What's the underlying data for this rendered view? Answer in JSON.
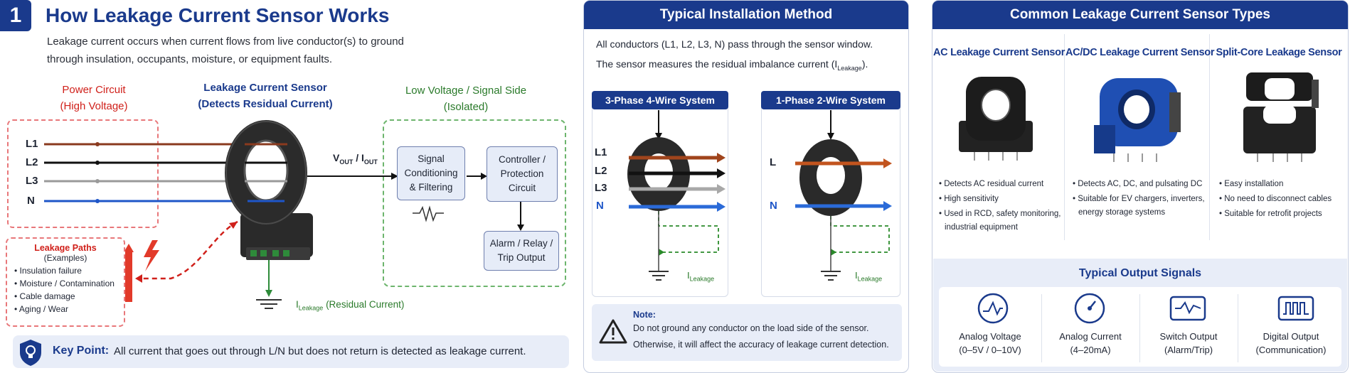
{
  "section": {
    "number": "1",
    "title": "How Leakage Current Sensor Works",
    "intro_line1": "Leakage current occurs when current flows from live conductor(s) to ground",
    "intro_line2": "through insulation, occupants, moisture, or equipment faults."
  },
  "diagram": {
    "power_circuit_line1": "Power Circuit",
    "power_circuit_line2": "(High Voltage)",
    "sensor_line1": "Leakage Current Sensor",
    "sensor_line2": "(Detects Residual Current)",
    "lowvolt_line1": "Low Voltage / Signal Side",
    "lowvolt_line2": "(Isolated)",
    "wires": [
      "L1",
      "L2",
      "L3",
      "N"
    ],
    "vout_main": "V",
    "vout_sub": "OUT",
    "vout_sep": " / I",
    "iout_sub": "OUT",
    "signal_box": [
      "Signal",
      "Conditioning",
      "& Filtering"
    ],
    "controller_box": [
      "Controller /",
      "Protection",
      "Circuit"
    ],
    "alarm_box": [
      "Alarm / Relay /",
      "Trip Output"
    ],
    "ileak_main": "I",
    "ileak_sub": "Leakage",
    "ileak_suffix": " (Residual Current)",
    "leak_paths_title": "Leakage Paths",
    "leak_paths_sub": "(Examples)",
    "leak_paths": [
      "Insulation failure",
      "Moisture / Contamination",
      "Cable damage",
      "Aging / Wear"
    ]
  },
  "key_point": {
    "label": "Key Point:",
    "text": "All current that goes out through L/N but does not return is detected as leakage current."
  },
  "installation": {
    "title": "Typical Installation Method",
    "desc_line1": "All conductors (L1, L2, L3, N) pass through the sensor window.",
    "desc_line2": "The sensor measures the residual imbalance current (I",
    "desc_sub": "Leakage",
    "desc_end": ").",
    "three_phase_title": "3-Phase 4-Wire System",
    "three_phase_wires": [
      "L1",
      "L2",
      "L3",
      "N"
    ],
    "single_phase_title": "1-Phase 2-Wire System",
    "single_phase_wires": [
      "L",
      "N"
    ],
    "ileak_main": "I",
    "ileak_sub": "Leakage",
    "note_label": "Note:",
    "note_line1": "Do not ground any conductor on the load side of the sensor.",
    "note_line2": "Otherwise, it will affect the accuracy of leakage current detection."
  },
  "types": {
    "title": "Common Leakage Current Sensor Types",
    "items": [
      {
        "name": "AC Leakage Current Sensor",
        "color": "#1b1b1b",
        "bullets": [
          "Detects AC residual current",
          "High sensitivity",
          "Used in RCD, safety monitoring,",
          "industrial equipment"
        ]
      },
      {
        "name": "AC/DC Leakage Current Sensor",
        "color": "#1f4fb3",
        "bullets": [
          "Detects AC, DC, and pulsating DC",
          "Suitable for EV chargers, inverters,",
          "energy storage systems"
        ]
      },
      {
        "name": "Split-Core Leakage Sensor",
        "color": "#1b1b1b",
        "bullets": [
          "Easy installation",
          "No need to disconnect cables",
          "Suitable for retrofit projects"
        ]
      }
    ]
  },
  "outputs": {
    "title": "Typical Output Signals",
    "items": [
      {
        "icon": "analog-voltage-icon",
        "line1": "Analog Voltage",
        "line2": "(0–5V / 0–10V)"
      },
      {
        "icon": "analog-current-icon",
        "line1": "Analog Current",
        "line2": "(4–20mA)"
      },
      {
        "icon": "switch-output-icon",
        "line1": "Switch Output",
        "line2": "(Alarm/Trip)"
      },
      {
        "icon": "digital-output-icon",
        "line1": "Digital Output",
        "line2": "(Communication)"
      }
    ]
  },
  "colors": {
    "brand_navy": "#1a3a8c",
    "danger_red": "#d0201a",
    "signal_green": "#2a7a2a",
    "panel_tint": "#e8edf8"
  }
}
